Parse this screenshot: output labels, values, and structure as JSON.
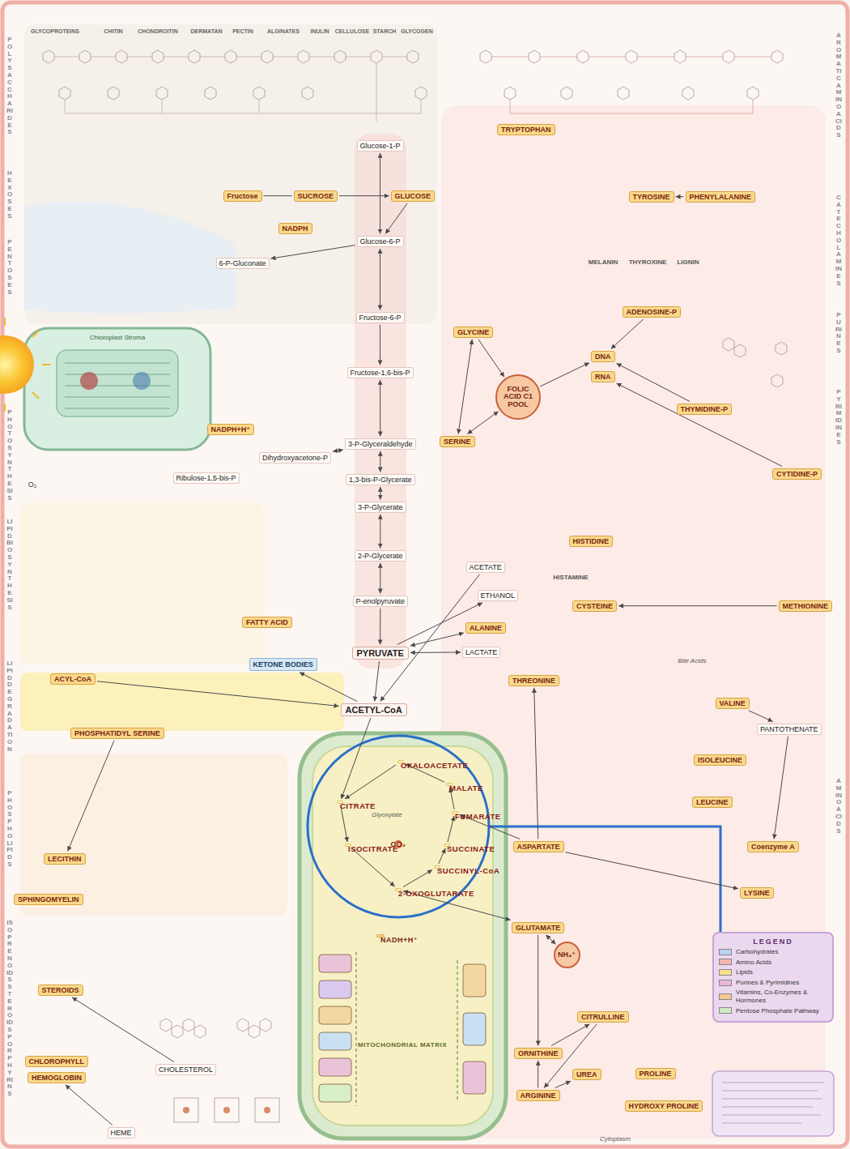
{
  "diagram": {
    "nodes": [
      {
        "text": [
          "GLUCOSE"
        ]
      },
      {
        "text": [
          "Glucose-1-P"
        ]
      },
      {
        "text": [
          "Glucose-6-P"
        ]
      },
      {
        "text": [
          "Fructose-6-P"
        ]
      },
      {
        "text": [
          "Fructose-1,6-bis-P"
        ]
      },
      {
        "text": [
          "3-P-Glyceraldehyde"
        ]
      },
      {
        "text": [
          "Dihydroxyacetone-P"
        ]
      },
      {
        "text": [
          "1,3-bis-P-Glycerate"
        ]
      },
      {
        "text": [
          "3-P-Glycerate"
        ]
      },
      {
        "text": [
          "2-P-Glycerate"
        ]
      },
      {
        "text": [
          "P-enolpyruvate"
        ]
      },
      {
        "text": [
          "PYRUVATE"
        ]
      },
      {
        "text": [
          "ACETYL-CoA"
        ]
      },
      {
        "text": [
          "MITOCHONDRIAL MATRIX"
        ]
      },
      {
        "text": [
          "OXALOACETATE"
        ],
        "in": 13
      },
      {
        "text": [
          "MALATE"
        ],
        "in": 13
      },
      {
        "text": [
          "FUMARATE"
        ],
        "in": 13
      },
      {
        "text": [
          "SUCCINATE"
        ],
        "in": 13
      },
      {
        "text": [
          "SUCCINYL-CoA"
        ],
        "in": 13
      },
      {
        "text": [
          "2-OXOGLUTARATE"
        ],
        "in": 13
      },
      {
        "text": [
          "ISOCITRATE"
        ],
        "in": 13
      },
      {
        "text": [
          "CITRATE"
        ],
        "in": 13
      },
      {
        "text": [
          "CO₂"
        ],
        "in": 13
      },
      {
        "text": [
          "NADH+H⁺"
        ],
        "in": 13
      },
      {
        "text": [
          "Fructose"
        ]
      },
      {
        "text": [
          "SUCROSE"
        ]
      },
      {
        "text": [
          "6-P-Gluconate"
        ]
      },
      {
        "text": [
          "NADPH"
        ]
      },
      {
        "text": [
          "Chloroplast Stroma"
        ]
      },
      {
        "text": [
          "NADPH+H⁺"
        ]
      },
      {
        "text": [
          "Ribulose-1,5-bis-P"
        ]
      },
      {
        "text": [
          "FATTY ACID"
        ]
      },
      {
        "text": [
          "ACYL-CoA"
        ]
      },
      {
        "text": [
          "KETONE BODIES"
        ]
      },
      {
        "text": [
          "ACETATE"
        ]
      },
      {
        "text": [
          "ETHANOL"
        ]
      },
      {
        "text": [
          "ALANINE"
        ]
      },
      {
        "text": [
          "LACTATE"
        ]
      },
      {
        "text": [
          "PHOSPHATIDYL SERINE"
        ]
      },
      {
        "text": [
          "LECITHIN"
        ]
      },
      {
        "text": [
          "SPHINGOMYELIN"
        ]
      },
      {
        "text": [
          "STEROIDS"
        ]
      },
      {
        "text": [
          "CHOLESTEROL"
        ]
      },
      {
        "text": [
          "CHLOROPHYLL"
        ]
      },
      {
        "text": [
          "HEMOGLOBIN"
        ]
      },
      {
        "text": [
          "HEME"
        ]
      },
      {
        "text": [
          "TRYPTOPHAN"
        ]
      },
      {
        "text": [
          "TYROSINE"
        ]
      },
      {
        "text": [
          "PHENYLALANINE"
        ]
      },
      {
        "text": [
          "GLYCINE"
        ]
      },
      {
        "text": [
          "SERINE"
        ]
      },
      {
        "text": [
          "FOLIC ACID C1 POOL"
        ]
      },
      {
        "text": [
          "DNA"
        ]
      },
      {
        "text": [
          "RNA"
        ]
      },
      {
        "text": [
          "ADENOSINE-P"
        ]
      },
      {
        "text": [
          "THYMIDINE-P"
        ]
      },
      {
        "text": [
          "CYTIDINE-P"
        ]
      },
      {
        "text": [
          "HISTIDINE"
        ]
      },
      {
        "text": [
          "CYSTEINE"
        ]
      },
      {
        "text": [
          "METHIONINE"
        ]
      },
      {
        "text": [
          "THREONINE"
        ]
      },
      {
        "text": [
          "VALINE"
        ]
      },
      {
        "text": [
          "PANTOTHENATE"
        ]
      },
      {
        "text": [
          "ISOLEUCINE"
        ]
      },
      {
        "text": [
          "LEUCINE"
        ]
      },
      {
        "text": [
          "Coenzyme A"
        ]
      },
      {
        "text": [
          "LYSINE"
        ]
      },
      {
        "text": [
          "ASPARTATE"
        ]
      },
      {
        "text": [
          "GLUTAMATE"
        ]
      },
      {
        "text": [
          "NH₄⁺"
        ]
      },
      {
        "text": [
          "CITRULLINE"
        ]
      },
      {
        "text": [
          "ORNITHINE"
        ]
      },
      {
        "text": [
          "UREA"
        ]
      },
      {
        "text": [
          "ARGININE"
        ]
      },
      {
        "text": [
          "PROLINE"
        ]
      },
      {
        "text": [
          "HYDROXY PROLINE"
        ]
      }
    ],
    "edges": [
      {
        "from": 1,
        "to": 2,
        "arrow": "both"
      },
      {
        "from": 0,
        "to": 2,
        "arrow": "to"
      },
      {
        "from": 2,
        "to": 3,
        "arrow": "both"
      },
      {
        "from": 3,
        "to": 4,
        "arrow": "to"
      },
      {
        "from": 4,
        "to": 5,
        "arrow": "both"
      },
      {
        "from": 6,
        "to": 5,
        "arrow": "both"
      },
      {
        "from": 5,
        "to": 7,
        "arrow": "both"
      },
      {
        "from": 7,
        "to": 8,
        "arrow": "both"
      },
      {
        "from": 8,
        "to": 9,
        "arrow": "both"
      },
      {
        "from": 9,
        "to": 10,
        "arrow": "both"
      },
      {
        "from": 10,
        "to": 11,
        "arrow": "to"
      },
      {
        "from": 11,
        "to": 12,
        "arrow": "to"
      },
      {
        "from": 12,
        "to": 21,
        "arrow": "to"
      },
      {
        "from": 21,
        "to": 20,
        "arrow": "to"
      },
      {
        "from": 20,
        "to": 19,
        "arrow": "to"
      },
      {
        "from": 19,
        "to": 18,
        "arrow": "to"
      },
      {
        "from": 18,
        "to": 17,
        "arrow": "to"
      },
      {
        "from": 17,
        "to": 16,
        "arrow": "to"
      },
      {
        "from": 16,
        "to": 15,
        "arrow": "to"
      },
      {
        "from": 15,
        "to": 14,
        "arrow": "to"
      },
      {
        "from": 14,
        "to": 21,
        "arrow": "to"
      },
      {
        "from": 24,
        "to": 25,
        "arrow": "none"
      },
      {
        "from": 25,
        "to": 0,
        "arrow": "to"
      },
      {
        "from": 2,
        "to": 26,
        "arrow": "to"
      },
      {
        "from": 11,
        "to": 36,
        "arrow": "both"
      },
      {
        "from": 11,
        "to": 37,
        "arrow": "both"
      },
      {
        "from": 11,
        "to": 35,
        "arrow": "to"
      },
      {
        "from": 34,
        "to": 12,
        "arrow": "to"
      },
      {
        "from": 32,
        "to": 12,
        "arrow": "to"
      },
      {
        "from": 12,
        "to": 33,
        "arrow": "to"
      },
      {
        "from": 38,
        "to": 39,
        "arrow": "to"
      },
      {
        "from": 42,
        "to": 41,
        "arrow": "to"
      },
      {
        "from": 45,
        "to": 44,
        "arrow": "to"
      },
      {
        "from": 49,
        "to": 50,
        "arrow": "both"
      },
      {
        "from": 49,
        "to": 51,
        "arrow": "to"
      },
      {
        "from": 50,
        "to": 51,
        "arrow": "both"
      },
      {
        "from": 51,
        "to": 52,
        "arrow": "to"
      },
      {
        "from": 54,
        "to": 52,
        "arrow": "to"
      },
      {
        "from": 55,
        "to": 52,
        "arrow": "to"
      },
      {
        "from": 56,
        "to": 53,
        "arrow": "to"
      },
      {
        "from": 48,
        "to": 47,
        "arrow": "to"
      },
      {
        "from": 67,
        "to": 16,
        "arrow": "to"
      },
      {
        "from": 67,
        "to": 60,
        "arrow": "to"
      },
      {
        "from": 67,
        "to": 66,
        "arrow": "to"
      },
      {
        "from": 19,
        "to": 68,
        "arrow": "both"
      },
      {
        "from": 68,
        "to": 69,
        "arrow": "both"
      },
      {
        "from": 68,
        "to": 71,
        "arrow": "to"
      },
      {
        "from": 71,
        "to": 70,
        "arrow": "to"
      },
      {
        "from": 70,
        "to": 73,
        "arrow": "to"
      },
      {
        "from": 73,
        "to": 72,
        "arrow": "to"
      },
      {
        "from": 73,
        "to": 71,
        "arrow": "to"
      },
      {
        "from": 61,
        "to": 62,
        "arrow": "to"
      },
      {
        "from": 62,
        "to": 65,
        "arrow": "to"
      },
      {
        "from": 59,
        "to": 58,
        "arrow": "to"
      }
    ],
    "labels": [
      "POLYSACCHARIDES",
      "HEXOSES",
      "PENTOSES",
      "PHOTOSYNTHESIS",
      "LIPID BIOSYNTHESIS",
      "LIPID DEGRADATION",
      "PHOSPHOLIPIDS",
      "ISOPRENOIDS STEROIDS PORPHYRINS",
      "AROMATIC AMINO ACIDS",
      "CATECHOLAMINES",
      "PURINES",
      "PYRIMIDINES",
      "AMINO ACIDS",
      "GLYCOPROTEINS",
      "CHITIN",
      "CHONDROITIN",
      "DERMATAN",
      "PECTIN",
      "ALGINATES",
      "INULIN",
      "CELLULOSE",
      "STARCH",
      "GLYCOGEN",
      "MELANIN",
      "THYROXINE",
      "LIGNIN",
      "HISTAMINE",
      "Bile Acids",
      "Glyoxylate",
      "O₂",
      "Cytoplasm",
      "LEGEND"
    ],
    "legend": [
      {
        "text": "Carbohydrates",
        "color": "#b9d3ee"
      },
      {
        "text": "Amino Acids",
        "color": "#f4b6b0"
      },
      {
        "text": "Lipids",
        "color": "#f7e08a"
      },
      {
        "text": "Purines & Pyrimidines",
        "color": "#e9b8d8"
      },
      {
        "text": "Vitamins, Co-Enzymes & Hormones",
        "color": "#f5c98f"
      },
      {
        "text": "Pentose Phosphate Pathway",
        "color": "#cfe9c6"
      }
    ]
  }
}
